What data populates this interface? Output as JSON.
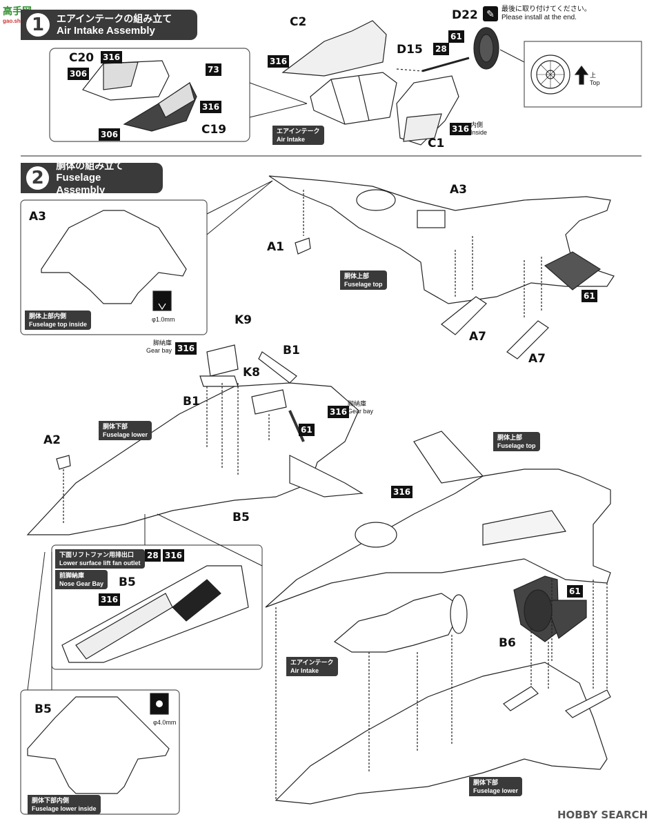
{
  "watermark": {
    "logo_text": "高手网",
    "logo_sub": "gao.shou.com",
    "site": "HOBBY SEARCH"
  },
  "step1": {
    "number": "1",
    "title_jp": "エアインテークの組み立て",
    "title_en": "Air Intake Assembly"
  },
  "step2": {
    "number": "2",
    "title_jp": "胴体の組み立て",
    "title_en": "Fuselage Assembly"
  },
  "note_end": {
    "jp": "最後に取り付けてください。",
    "en": "Please install at the end."
  },
  "labels": {
    "air_intake_jp": "エアインテーク",
    "air_intake_en": "Air Intake",
    "inside_jp": "内側",
    "inside_en": "Inside",
    "top_jp": "上",
    "top_en": "Top",
    "fuselage_top_jp": "胴体上部",
    "fuselage_top_en": "Fuselage top",
    "fuselage_top_inside_jp": "胴体上部内側",
    "fuselage_top_inside_en": "Fuselage top inside",
    "fuselage_lower_jp": "胴体下部",
    "fuselage_lower_en": "Fuselage lower",
    "fuselage_lower_inside_jp": "胴体下部内側",
    "fuselage_lower_inside_en": "Fuselage lower inside",
    "gear_bay_jp": "脚納庫",
    "gear_bay_en": "Gear bay",
    "lift_fan_jp": "下面リフトファン用排出口",
    "lift_fan_en": "Lower surface lift fan outlet",
    "nose_gear_jp": "前脚納庫",
    "nose_gear_en": "Nose Gear Bay",
    "drill_1": "φ1.0mm",
    "drill_2": "φ4.0mm"
  },
  "parts": {
    "C2": "C2",
    "D22": "D22",
    "D15": "D15",
    "C1": "C1",
    "C20": "C20",
    "C19": "C19",
    "A3": "A3",
    "A1": "A1",
    "A7": "A7",
    "K9": "K9",
    "K8": "K8",
    "B1": "B1",
    "A2": "A2",
    "B5": "B5",
    "B6": "B6"
  },
  "colors": {
    "c316": "316",
    "c306": "306",
    "c73": "73",
    "c28": "28",
    "c61": "61"
  }
}
